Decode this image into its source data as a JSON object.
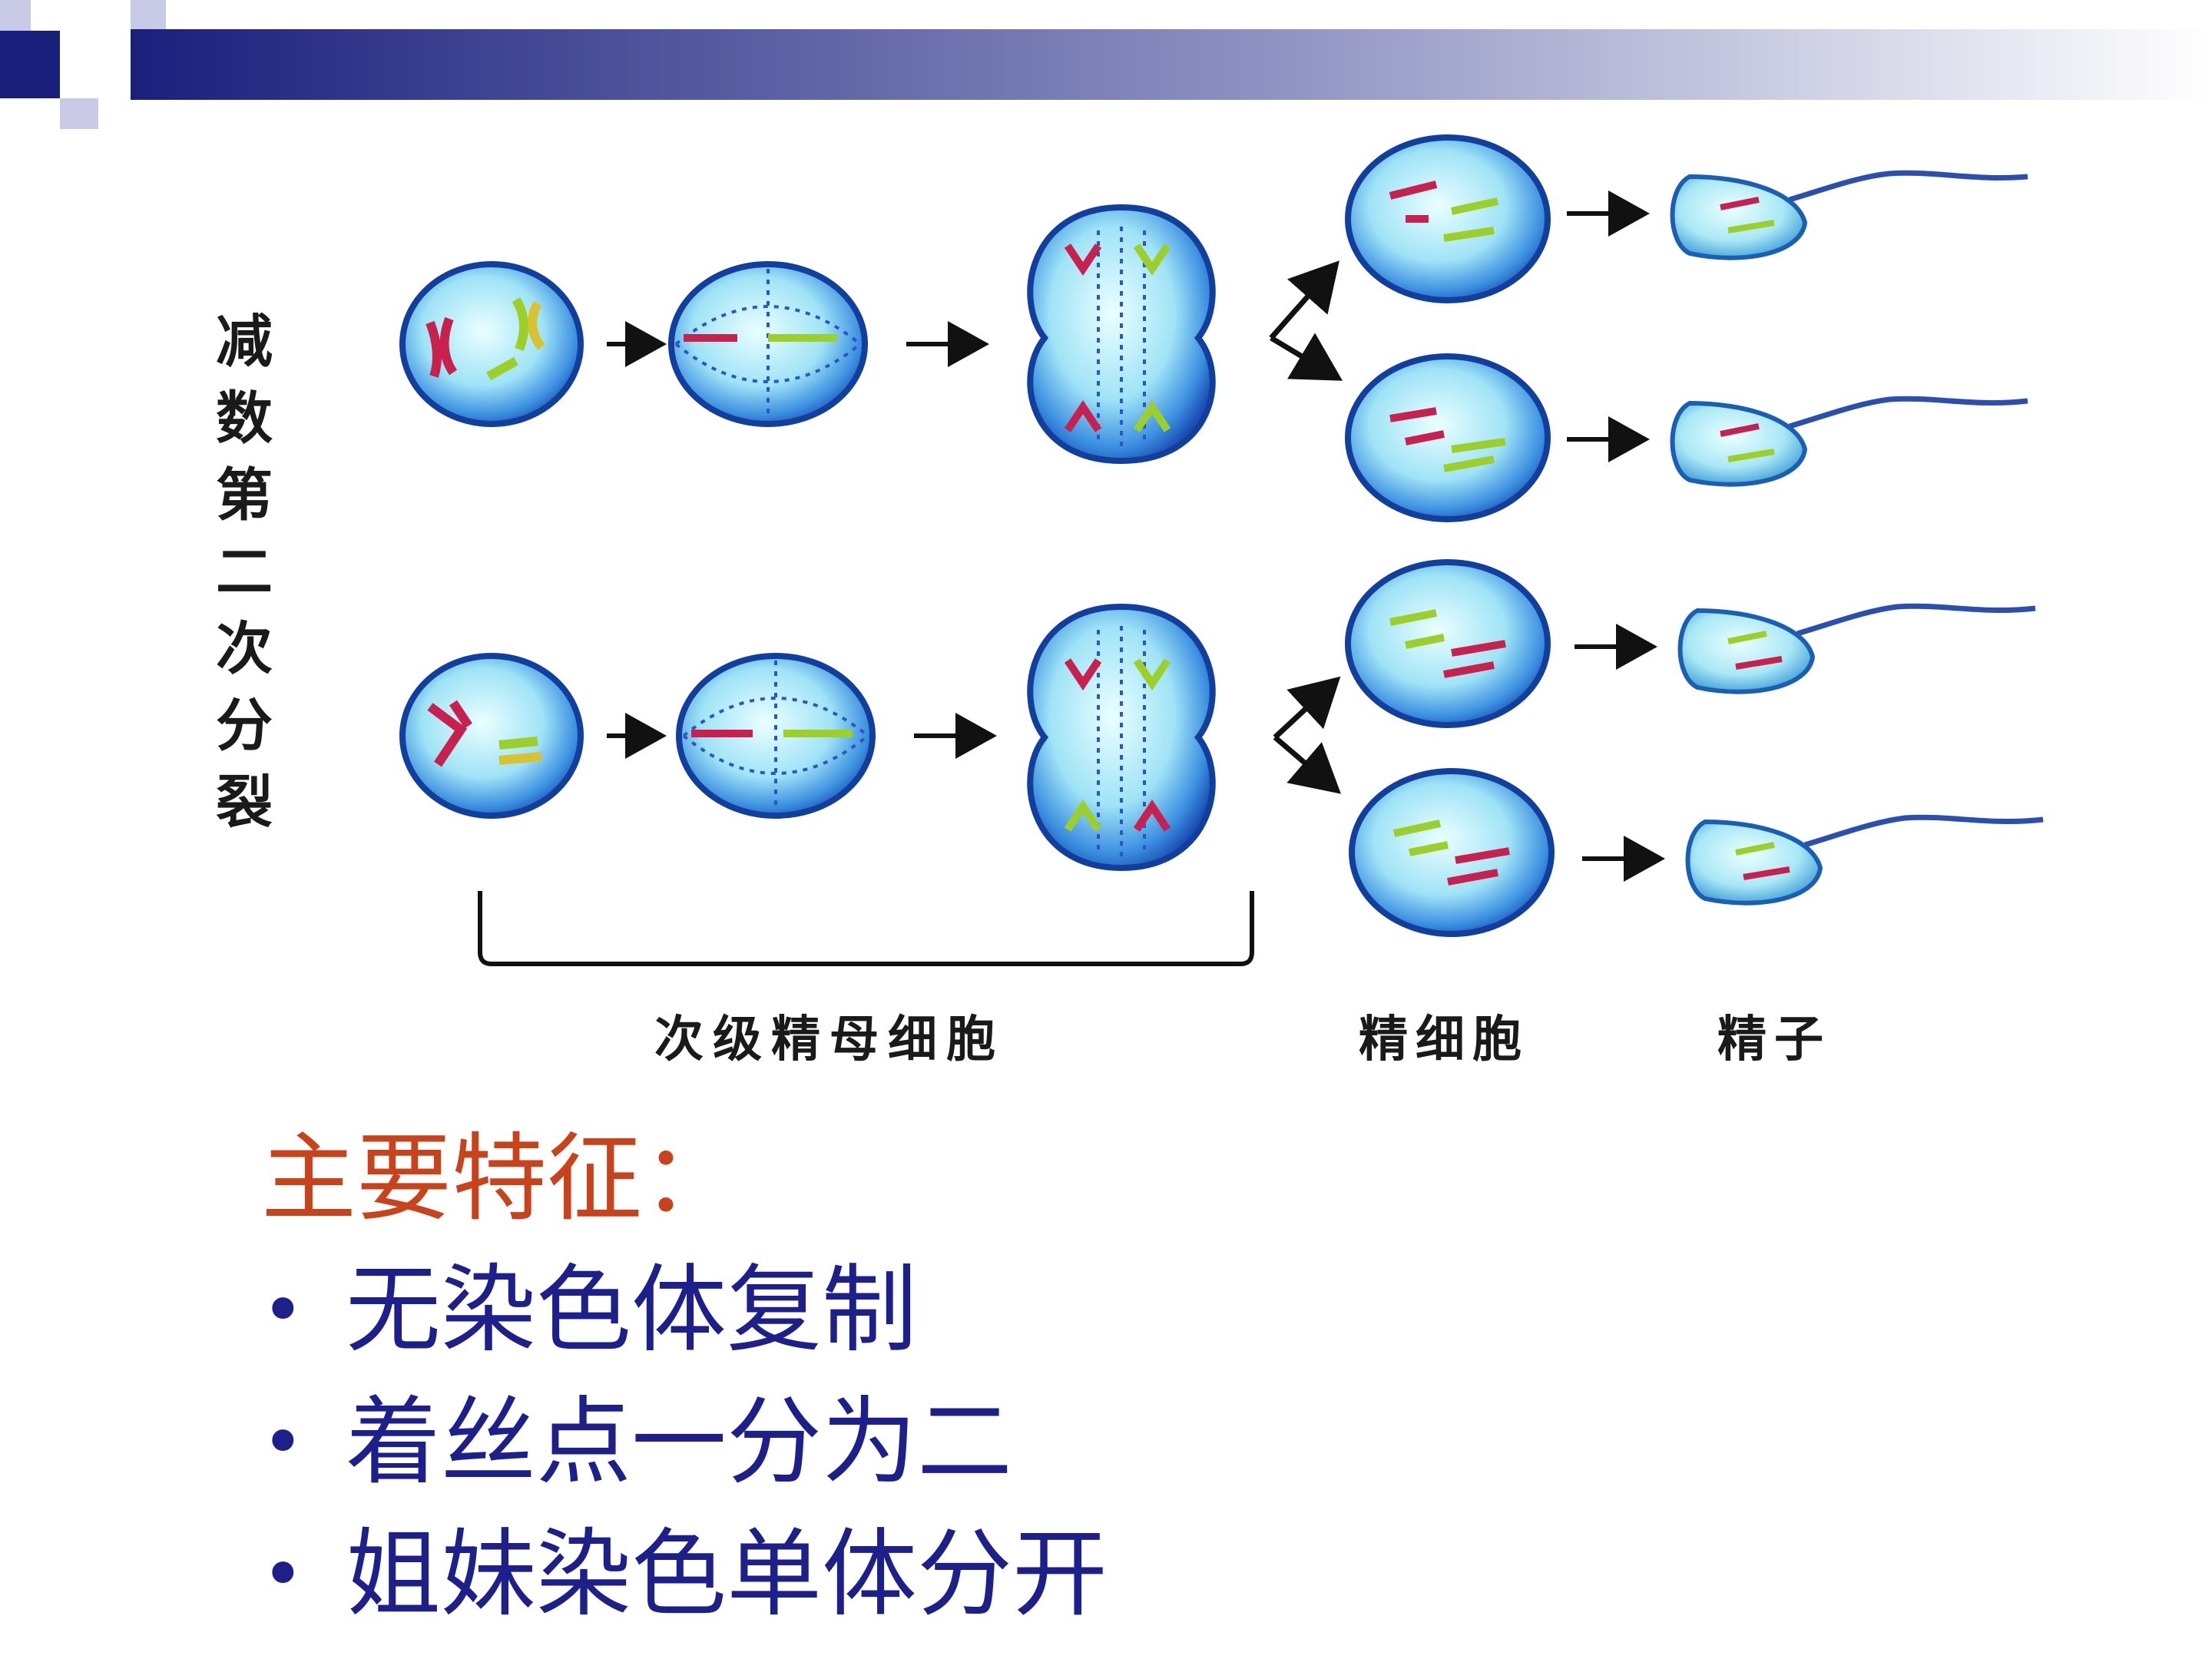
{
  "diagram": {
    "side_title": [
      "减",
      "数",
      "第",
      "二",
      "次",
      "分",
      "裂"
    ],
    "stage_labels": {
      "secondary_spermatocyte": "次级精母细胞",
      "spermatid": "精细胞",
      "sperm": "精子"
    }
  },
  "features": {
    "title": "主要特征：",
    "items": [
      {
        "text": "无染色体复制"
      },
      {
        "text": "着丝点一分为二"
      },
      {
        "text": "姐妹染色单体分开"
      }
    ]
  },
  "colors": {
    "title_red": "#c8431c",
    "bullet_navy": "#1d1f8a",
    "header_navy": "#1a1f7c",
    "cell_blue": "#2f7fd8"
  }
}
